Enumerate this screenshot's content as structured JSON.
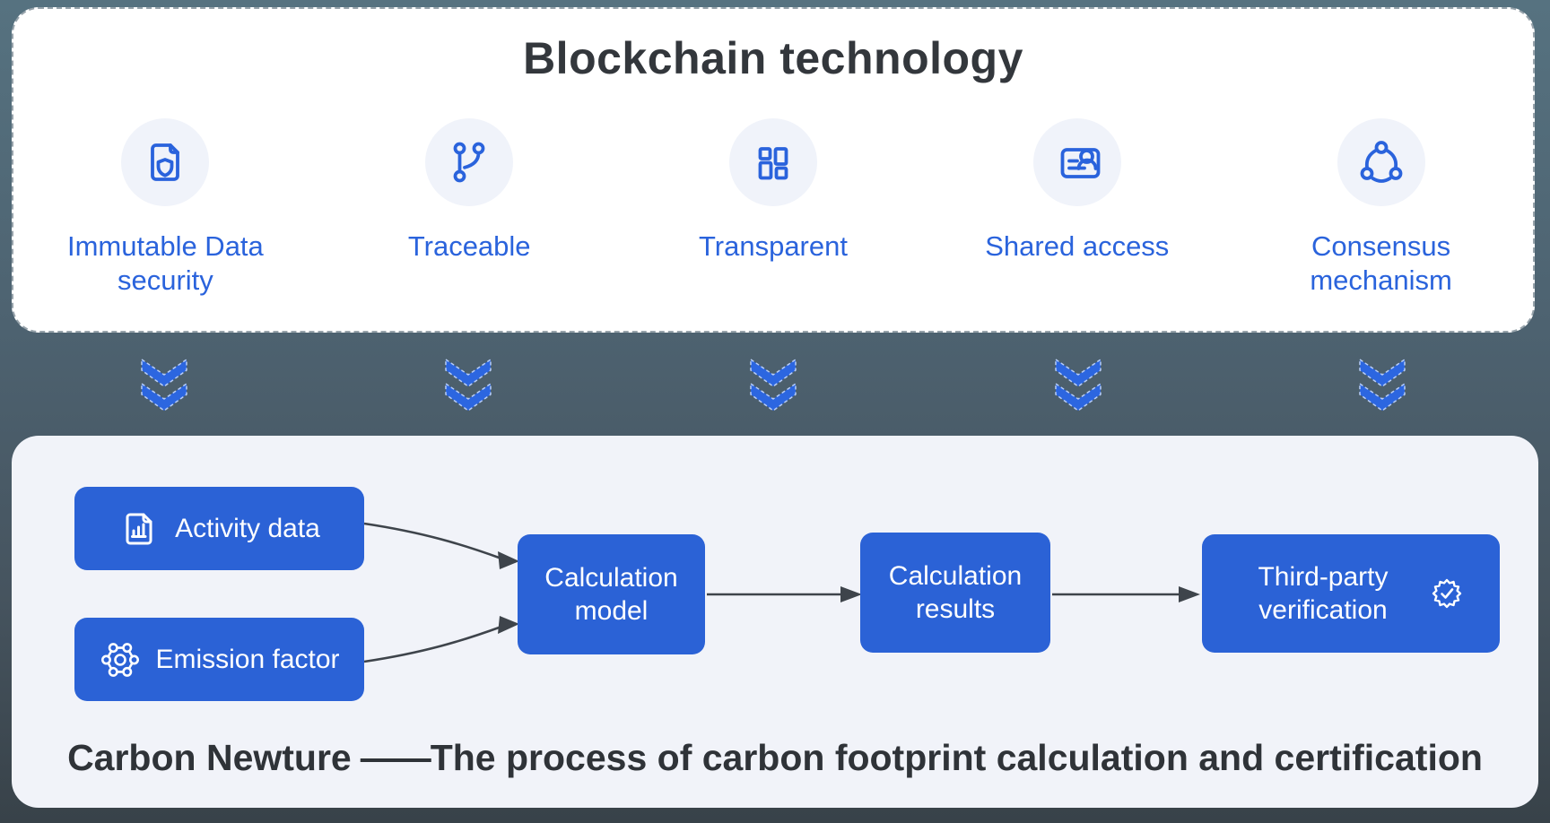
{
  "background": {
    "frame_top_color": "#567280",
    "frame_bottom_color": "#384249",
    "accent_blue": "#2b62d6",
    "label_blue": "#2a63dc",
    "panel_white": "#ffffff",
    "panel_light": "#f1f3f9",
    "icon_circle_bg": "#f0f3fa"
  },
  "top_panel": {
    "title": "Blockchain technology",
    "features": [
      {
        "label": "Immutable Data security",
        "icon": "document-shield-icon"
      },
      {
        "label": "Traceable",
        "icon": "git-branch-icon"
      },
      {
        "label": "Transparent",
        "icon": "grid-blocks-icon"
      },
      {
        "label": "Shared access",
        "icon": "id-card-icon"
      },
      {
        "label": "Consensus mechanism",
        "icon": "network-nodes-icon"
      }
    ]
  },
  "chevrons": {
    "count": 5,
    "icon": "double-chevron-down-icon"
  },
  "flow_panel": {
    "inputs": [
      {
        "label": "Activity data",
        "icon": "document-chart-icon"
      },
      {
        "label": "Emission factor",
        "icon": "molecule-icon"
      }
    ],
    "model_label": "Calculation model",
    "results_label": "Calculation results",
    "verification_label": "Third-party verification",
    "verification_icon": "certified-badge-icon",
    "caption": {
      "brand": "Carbon Newture",
      "dash": "——",
      "description": "The process of carbon footprint calculation and certification"
    }
  }
}
